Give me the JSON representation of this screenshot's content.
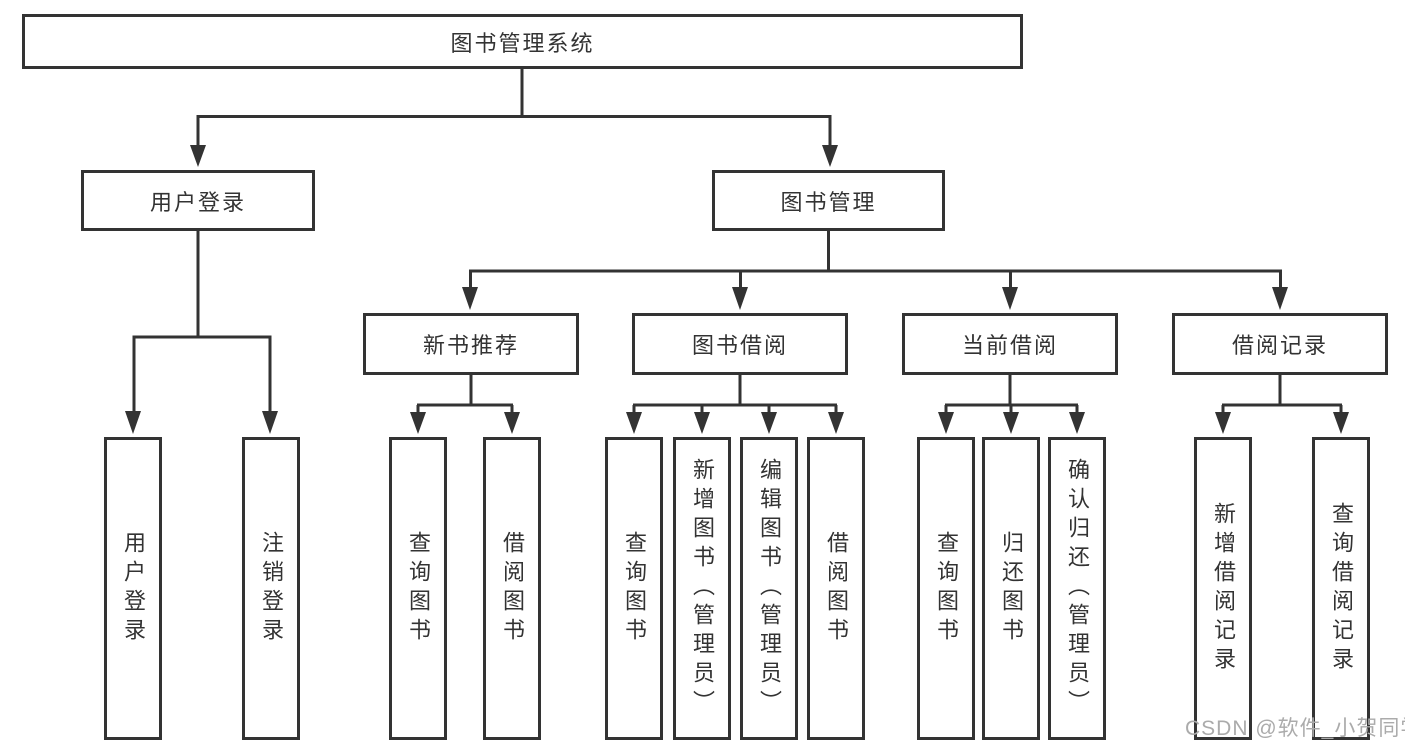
{
  "diagram": {
    "root": {
      "label": "图书管理系统",
      "children": [
        {
          "label": "用户登录",
          "children": [
            {
              "label": "用户登录"
            },
            {
              "label": "注销登录"
            }
          ]
        },
        {
          "label": "图书管理",
          "children": [
            {
              "label": "新书推荐",
              "children": [
                {
                  "label": "查询图书"
                },
                {
                  "label": "借阅图书"
                }
              ]
            },
            {
              "label": "图书借阅",
              "children": [
                {
                  "label": "查询图书"
                },
                {
                  "label": "新增图书（管理员）"
                },
                {
                  "label": "编辑图书（管理员）"
                },
                {
                  "label": "借阅图书"
                }
              ]
            },
            {
              "label": "当前借阅",
              "children": [
                {
                  "label": "查询图书"
                },
                {
                  "label": "归还图书"
                },
                {
                  "label": "确认归还（管理员）"
                }
              ]
            },
            {
              "label": "借阅记录",
              "children": [
                {
                  "label": "新增借阅记录"
                },
                {
                  "label": "查询借阅记录"
                }
              ]
            }
          ]
        }
      ]
    }
  },
  "watermark": {
    "text": "CSDN @软件_小贺同学"
  },
  "colors": {
    "line": "#333333",
    "text": "#333333",
    "background": "#ffffff",
    "watermark": "#ababab"
  }
}
